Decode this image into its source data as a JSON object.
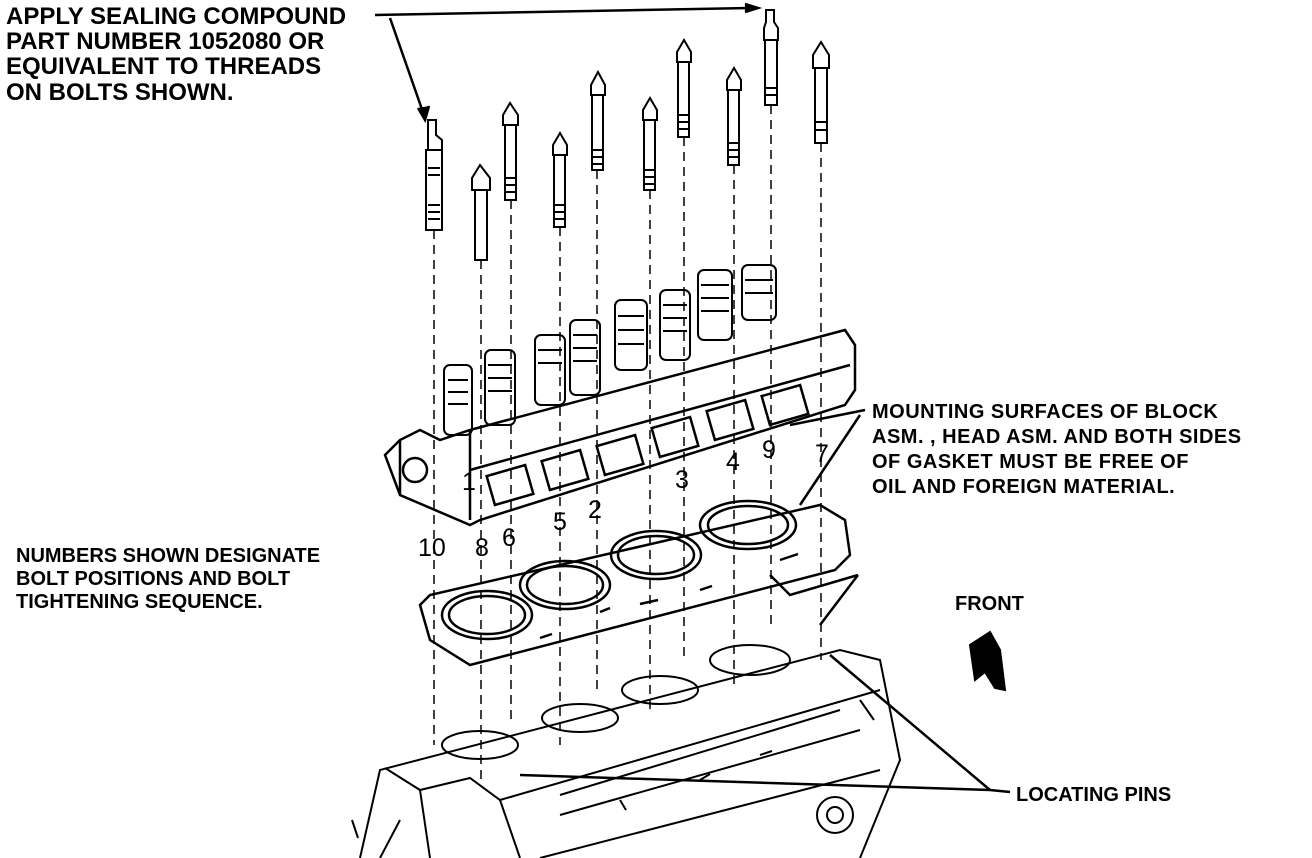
{
  "callouts": {
    "sealing": "APPLY SEALING COMPOUND\nPART NUMBER 1052080 OR\nEQUIVALENT TO THREADS\nON BOLTS SHOWN.",
    "numbers": "NUMBERS SHOWN DESIGNATE\nBOLT POSITIONS AND BOLT\nTIGHTENING SEQUENCE.",
    "mounting": "MOUNTING SURFACES OF BLOCK\nASM. , HEAD ASM. AND BOTH SIDES\nOF GASKET MUST BE FREE OF\nOIL AND FOREIGN MATERIAL.",
    "front": "FRONT",
    "pins": "LOCATING PINS"
  },
  "bolt_sequence_labels": [
    "1",
    "2",
    "3",
    "4",
    "5",
    "6",
    "7",
    "8",
    "9",
    "10"
  ],
  "icons": [
    "front-arrow-icon"
  ]
}
